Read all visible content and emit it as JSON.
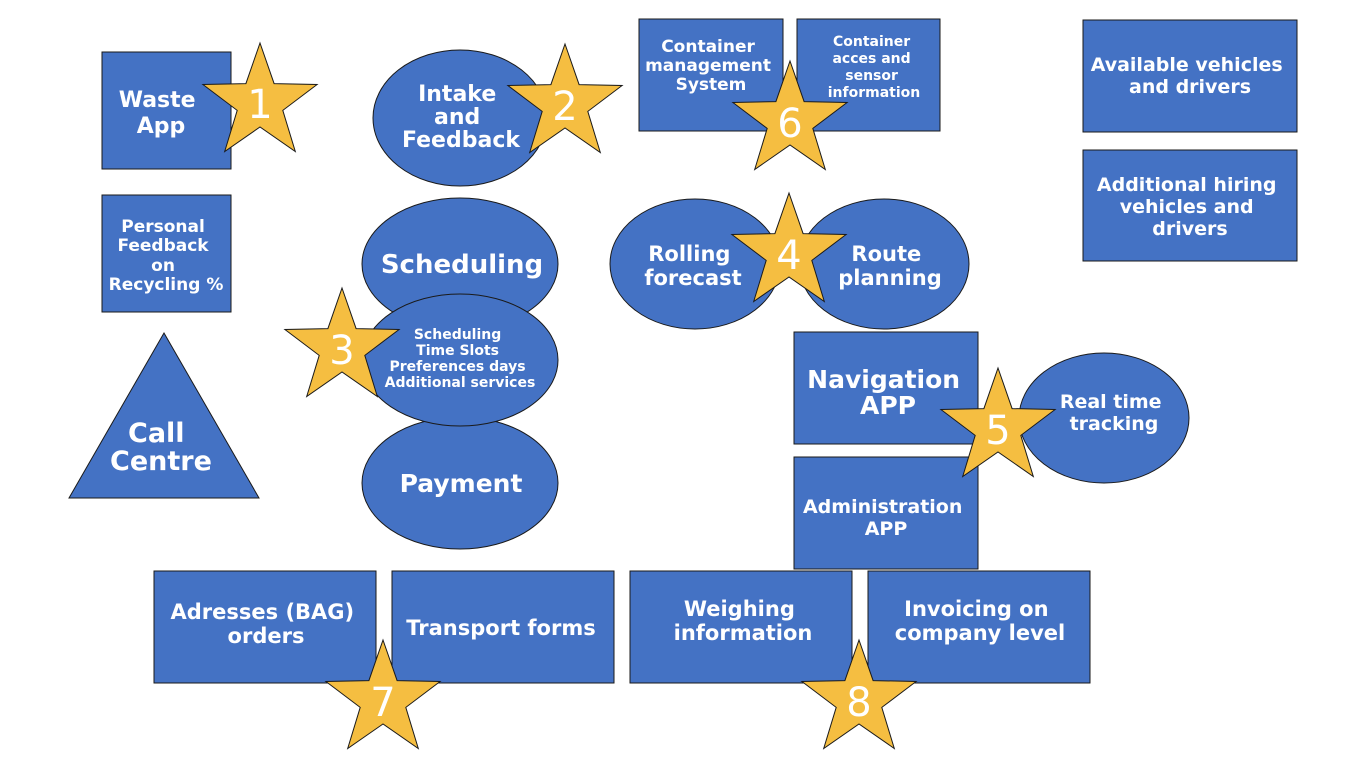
{
  "colors": {
    "shape_fill": "#4472C4",
    "star_fill": "#F5BE41",
    "text": "#FFFFFF",
    "outline": "#1A1A1A"
  },
  "shapes": {
    "waste_app": [
      "Waste",
      "App"
    ],
    "personal_feedback": [
      "Personal",
      "Feedback",
      "on",
      "Recycling %"
    ],
    "call_centre": [
      "Call",
      "Centre"
    ],
    "intake_feedback": [
      "Intake",
      "and",
      "Feedback"
    ],
    "scheduling": [
      "Scheduling"
    ],
    "scheduling_details": [
      "Scheduling",
      "Time Slots",
      "Preferences days",
      "Additional services"
    ],
    "payment": [
      "Payment"
    ],
    "container_management": [
      "Container",
      "management",
      "System"
    ],
    "container_access": [
      "Container",
      "acces and",
      "sensor",
      "information"
    ],
    "available_vehicles": [
      "Available vehicles",
      "and drivers"
    ],
    "additional_hiring": [
      "Additional hiring",
      "vehicles and",
      "drivers"
    ],
    "rolling_forecast": [
      "Rolling",
      "forecast"
    ],
    "route_planning": [
      "Route",
      "planning"
    ],
    "navigation_app": [
      "Navigation",
      "APP"
    ],
    "real_time_tracking": [
      "Real time",
      "tracking"
    ],
    "administration_app": [
      "Administration",
      "APP"
    ],
    "adresses_bag": [
      "Adresses (BAG)",
      "orders"
    ],
    "transport_forms": [
      "Transport forms"
    ],
    "weighing_information": [
      "Weighing",
      "information"
    ],
    "invoicing": [
      "Invoicing on",
      "company level"
    ]
  },
  "stars": [
    "1",
    "2",
    "3",
    "4",
    "5",
    "6",
    "7",
    "8"
  ]
}
